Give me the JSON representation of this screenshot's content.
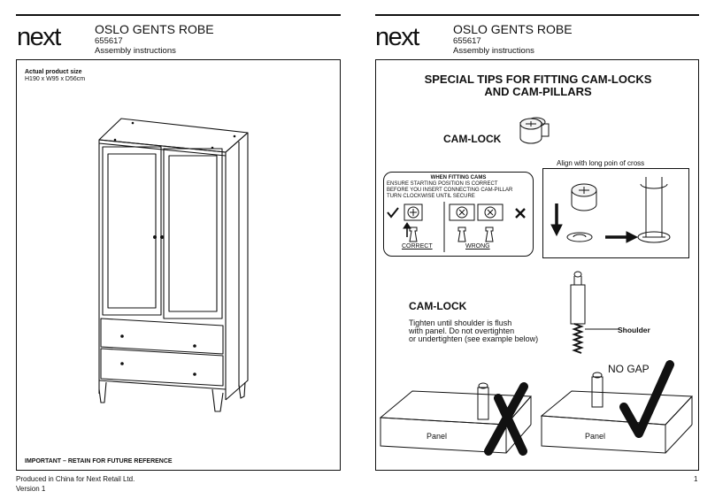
{
  "brand": {
    "logo_text": "next"
  },
  "left_page": {
    "title": "OSLO GENTS ROBE",
    "code": "655617",
    "subtitle": "Assembly instructions",
    "size_label": "Actual product size",
    "size_value": "H190 x W95 x D56cm",
    "important_note": "IMPORTANT – RETAIN FOR FUTURE REFERENCE"
  },
  "right_page": {
    "title": "OSLO GENTS ROBE",
    "code": "655617",
    "subtitle": "Assembly instructions",
    "heading_line1": "SPECIAL TIPS FOR FITTING CAM-LOCKS",
    "heading_line2": "AND CAM-PILLARS",
    "camlock_label_1": "CAM-LOCK",
    "fitting_box": {
      "title": "WHEN FITTING CAMS",
      "line1": "ENSURE STARTING POSITION IS CORRECT",
      "line2": "BEFORE YOU INSERT CONNECTING CAM-PILLAR",
      "line3": "TURN CLOCKWISE UNTIL SECURE",
      "correct_label": "CORRECT",
      "wrong_label": "WRONG"
    },
    "align_note": "Align with long poin of cross",
    "camlock_label_2": "CAM-LOCK",
    "tighten_line1": "Tighten until shoulder is flush",
    "tighten_line2": "with panel. Do not overtighten",
    "tighten_line3": "or undertighten (see example below)",
    "shoulder_label": "Shoulder",
    "no_gap_label": "NO GAP",
    "panel_label_left": "Panel",
    "panel_label_right": "Panel"
  },
  "footer": {
    "produced": "Produced in China for Next Retail Ltd.",
    "version": "Version 1",
    "page_number": "1"
  }
}
